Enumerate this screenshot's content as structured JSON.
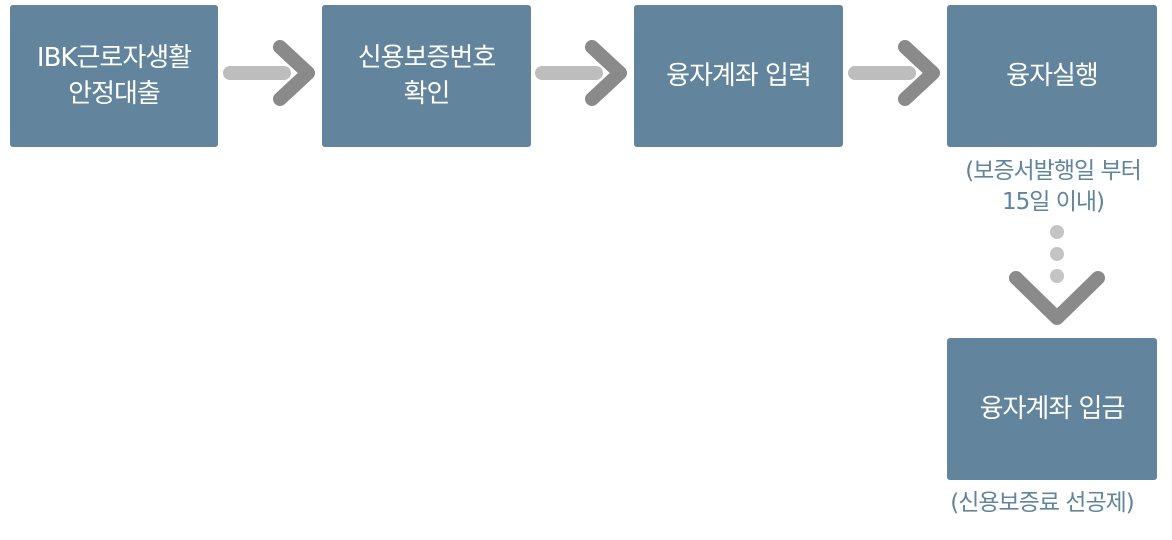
{
  "steps": [
    {
      "lines": [
        "IBK근로자생활",
        "안정대출"
      ]
    },
    {
      "lines": [
        "신용보증번호",
        "확인"
      ]
    },
    {
      "lines": [
        "융자계좌 입력"
      ]
    },
    {
      "lines": [
        "융자실행"
      ]
    },
    {
      "lines": [
        "융자계좌 입금"
      ]
    }
  ],
  "notes": {
    "execution": [
      "(보증서발행일 부터",
      "15일 이내)"
    ],
    "deposit": [
      "(신용보증료 선공제)"
    ]
  },
  "colors": {
    "box": "#62849c",
    "text_on_box": "#ffffff",
    "note_text": "#62849c",
    "arrow_shaft": "#bdbdbd",
    "arrow_head": "#8a8a8a",
    "dots": "#c4c4c4"
  },
  "icons": {
    "right_arrow": "right-arrow-icon",
    "down_chevron": "down-chevron-icon"
  }
}
